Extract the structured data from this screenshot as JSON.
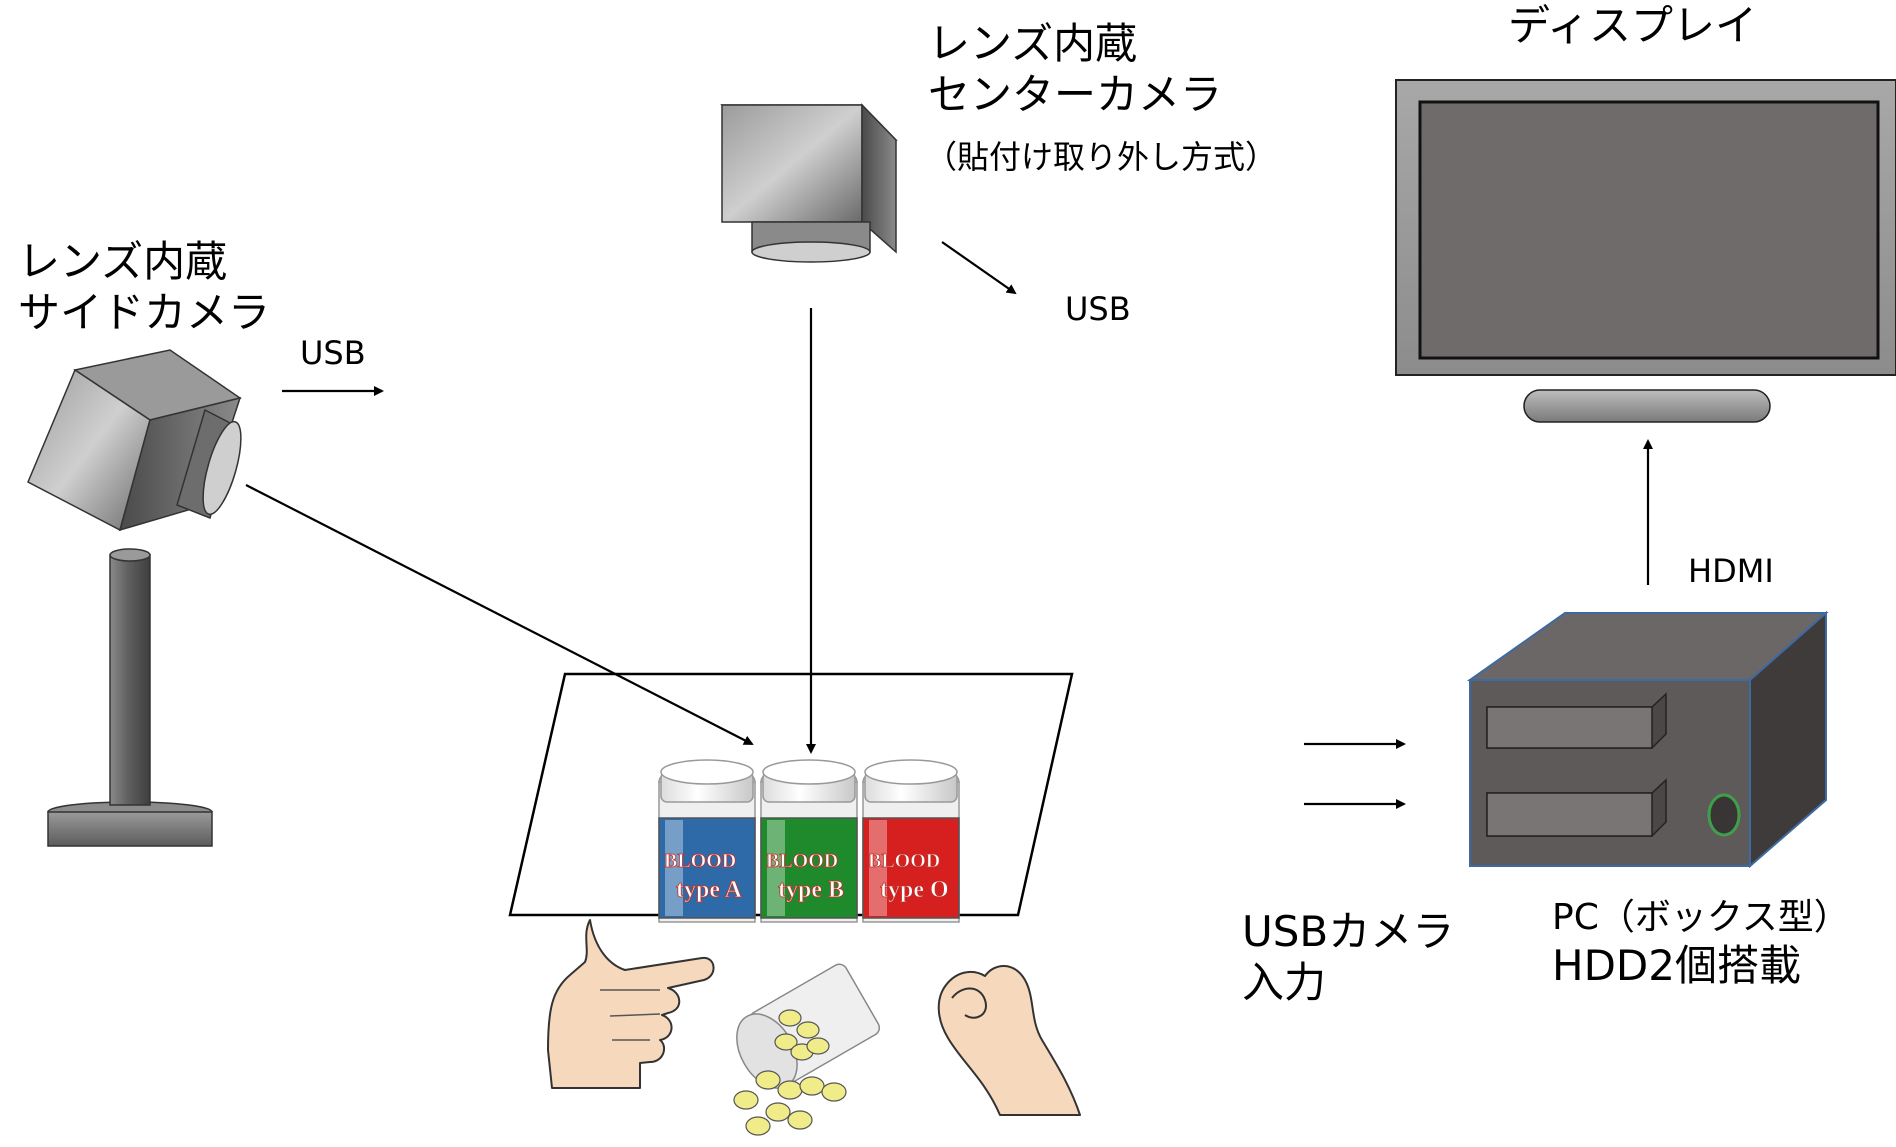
{
  "side_camera": {
    "line1": "レンズ内蔵",
    "line2": "サイドカメラ"
  },
  "center_camera": {
    "line1": "レンズ内蔵",
    "line2": "センターカメラ",
    "line3": "（貼付け取り外し方式）"
  },
  "display": {
    "label": "ディスプレイ"
  },
  "usb_side": "USB",
  "usb_center": "USB",
  "hdmi": "HDMI",
  "usb_input": {
    "line1": "USBカメラ",
    "line2": "入力"
  },
  "pc": {
    "line1": "PC（ボックス型）",
    "line2": "HDD2個搭載"
  },
  "bottles": [
    {
      "line1": "BLOOD",
      "line2": "type A",
      "color": "#2f6aa8"
    },
    {
      "line1": "BLOOD",
      "line2": "type B",
      "color": "#1f8a2c"
    },
    {
      "line1": "BLOOD",
      "line2": "type O",
      "color": "#d62020"
    }
  ],
  "colors": {
    "device_gray": "#6e6e6e",
    "screen": "#6f6b6b",
    "pc_body": "#5f5a5a",
    "pc_border": "#3d6aa3"
  }
}
